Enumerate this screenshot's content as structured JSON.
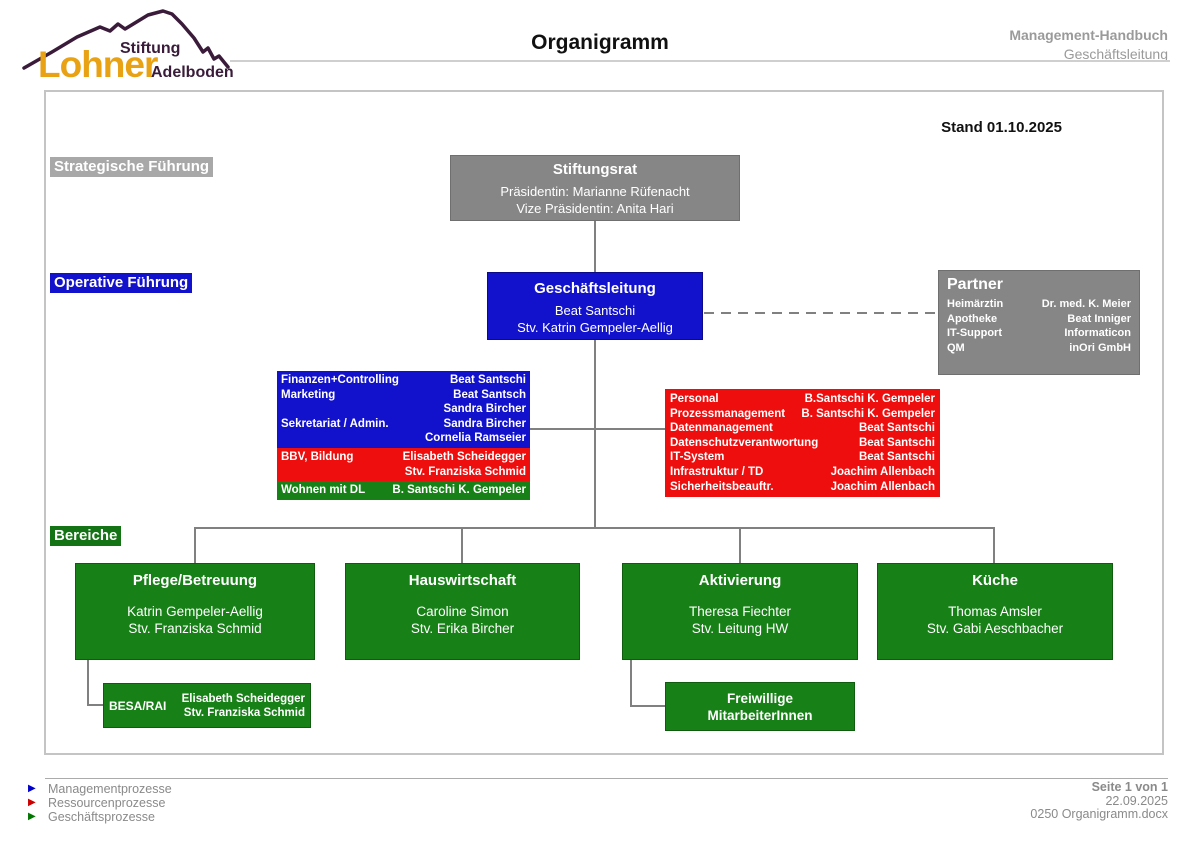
{
  "header": {
    "logo": {
      "stiftung": "Stiftung",
      "lohner": "Lohner",
      "adelboden": "Adelboden"
    },
    "title": "Organigramm",
    "doc_type": "Management-Handbuch",
    "doc_owner": "Geschäftsleitung"
  },
  "stand": "Stand 01.10.2025",
  "section_labels": {
    "strategic": "Strategische Führung",
    "operative": "Operative Führung",
    "bereiche": "Bereiche"
  },
  "boxes": {
    "stiftungsrat": {
      "title": "Stiftungsrat",
      "lines": [
        "Präsidentin: Marianne Rüfenacht",
        "Vize Präsidentin: Anita Hari"
      ]
    },
    "geschaeftsleitung": {
      "title": "Geschäftsleitung",
      "lines": [
        "Beat Santschi",
        "Stv. Katrin Gempeler-Aellig"
      ]
    },
    "partner": {
      "title": "Partner",
      "rows": [
        {
          "label": "Heimärztin",
          "value": "Dr. med. K. Meier"
        },
        {
          "label": "Apotheke",
          "value": "Beat Inniger"
        },
        {
          "label": "IT-Support",
          "value": "Informaticon"
        },
        {
          "label": "QM",
          "value": "inOri GmbH"
        }
      ]
    },
    "staff_left": {
      "blue_rows": [
        {
          "label": "Finanzen+Controlling",
          "value": "Beat Santschi"
        },
        {
          "label": "Marketing",
          "value": "Beat Santsch"
        },
        {
          "label": "",
          "value": "Sandra Bircher"
        },
        {
          "label": "Sekretariat / Admin.",
          "value": "Sandra Bircher"
        },
        {
          "label": "",
          "value": "Cornelia Ramseier"
        }
      ],
      "red_rows": [
        {
          "label": "BBV, Bildung",
          "value": "Elisabeth Scheidegger"
        },
        {
          "label": "",
          "value": "Stv. Franziska Schmid"
        }
      ],
      "green_rows": [
        {
          "label": "Wohnen mit DL",
          "value": "B. Santschi K. Gempeler"
        }
      ]
    },
    "staff_right": {
      "rows": [
        {
          "label": "Personal",
          "value": "B.Santschi K. Gempeler"
        },
        {
          "label": "Prozessmanagement",
          "value": "B. Santschi K. Gempeler"
        },
        {
          "label": "Datenmanagement",
          "value": "Beat Santschi"
        },
        {
          "label": "Datenschutzverantwortung",
          "value": "Beat Santschi"
        },
        {
          "label": "IT-System",
          "value": "Beat Santschi"
        },
        {
          "label": "Infrastruktur / TD",
          "value": "Joachim Allenbach"
        },
        {
          "label": "Sicherheitsbeauftr.",
          "value": "Joachim Allenbach"
        }
      ]
    },
    "bereiche": [
      {
        "title": "Pflege/Betreuung",
        "lines": [
          "Katrin Gempeler-Aellig",
          "Stv. Franziska Schmid"
        ]
      },
      {
        "title": "Hauswirtschaft",
        "lines": [
          "Caroline Simon",
          "Stv. Erika Bircher"
        ]
      },
      {
        "title": "Aktivierung",
        "lines": [
          "Theresa Fiechter",
          "Stv. Leitung HW"
        ]
      },
      {
        "title": "Küche",
        "lines": [
          "Thomas Amsler",
          "Stv. Gabi Aeschbacher"
        ]
      }
    ],
    "besa_rai": {
      "label": "BESA/RAI",
      "lines": [
        "Elisabeth Scheidegger",
        "Stv. Franziska Schmid"
      ]
    },
    "freiwillige": {
      "lines": [
        "Freiwillige",
        "MitarbeiterInnen"
      ]
    }
  },
  "legend": [
    {
      "label": "Managementprozesse",
      "color": "#0000CC"
    },
    {
      "label": "Ressourcenprozesse",
      "color": "#CC0000"
    },
    {
      "label": "Geschäftsprozesse",
      "color": "#007700"
    }
  ],
  "footer": {
    "page": "Seite 1 von 1",
    "date": "22.09.2025",
    "filename": "0250 Organigramm.docx"
  },
  "colors": {
    "blue": "#1212CC",
    "red": "#EE0E0E",
    "green": "#178017",
    "gray": "#868686",
    "gold": "#E8A213",
    "purple": "#3A1C3A"
  }
}
